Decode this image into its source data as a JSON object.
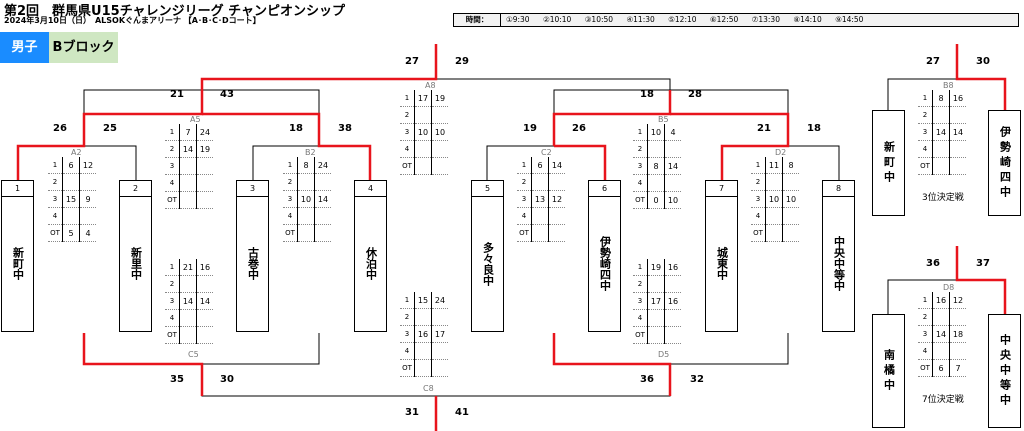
{
  "header": {
    "title": "第2回　群馬県U15チャレンジリーグ チャンピオンシップ",
    "subtitle": "2024年3月10日（日）　ALSOKぐんまアリーナ 【A･B･C･Dコート】"
  },
  "schedule": {
    "label": "時間：",
    "times": [
      "①9:30",
      "②10:10",
      "③10:50",
      "④11:30",
      "⑤12:10",
      "⑥12:50",
      "⑦13:30",
      "⑧14:10",
      "⑨14:50"
    ]
  },
  "tabs": {
    "gender": "男子",
    "block": "Bブロック"
  },
  "teams": [
    {
      "num": "1",
      "name": "新町中"
    },
    {
      "num": "2",
      "name": "新里中"
    },
    {
      "num": "3",
      "name": "古巻中"
    },
    {
      "num": "4",
      "name": "休泊中"
    },
    {
      "num": "5",
      "name": "多々良中"
    },
    {
      "num": "6",
      "name": "伊勢崎四中"
    },
    {
      "num": "7",
      "name": "城東中"
    },
    {
      "num": "8",
      "name": "中央中等中"
    }
  ],
  "side_teams": {
    "third_left": "新町中",
    "third_right": "伊勢崎四中",
    "seventh_left": "南橘中",
    "seventh_right": "中央中等中"
  },
  "captions": {
    "third": "3位決定戦",
    "seventh": "7位決定戦"
  },
  "period_labels": [
    "1",
    "2",
    "3",
    "4",
    "OT"
  ],
  "games": {
    "A5": {
      "label": "A5",
      "rows": [
        [
          "7",
          "24"
        ],
        [
          "14",
          "19"
        ],
        [
          "",
          ""
        ],
        [
          "",
          ""
        ],
        [
          "",
          ""
        ]
      ]
    },
    "B2": {
      "label": "B2",
      "rows": [
        [
          "8",
          "24"
        ],
        [
          "",
          ""
        ],
        [
          "10",
          "14"
        ],
        [
          "",
          ""
        ],
        [
          "",
          ""
        ]
      ]
    },
    "A8": {
      "label": "A8",
      "rows": [
        [
          "17",
          "19"
        ],
        [
          "",
          ""
        ],
        [
          "10",
          "10"
        ],
        [
          "",
          ""
        ],
        [
          "",
          ""
        ]
      ]
    },
    "B5": {
      "label": "B5",
      "rows": [
        [
          "10",
          "4"
        ],
        [
          "",
          ""
        ],
        [
          "8",
          "14"
        ],
        [
          "",
          ""
        ],
        [
          "0",
          "10"
        ]
      ]
    },
    "C2": {
      "label": "C2",
      "rows": [
        [
          "6",
          "14"
        ],
        [
          "",
          ""
        ],
        [
          "13",
          "12"
        ],
        [
          "",
          ""
        ],
        [
          "",
          ""
        ]
      ]
    },
    "D2": {
      "label": "D2",
      "rows": [
        [
          "11",
          "8"
        ],
        [
          "",
          ""
        ],
        [
          "10",
          "10"
        ],
        [
          "",
          ""
        ],
        [
          "",
          ""
        ]
      ]
    },
    "A2": {
      "label": "A2",
      "rows": [
        [
          "6",
          "12"
        ],
        [
          "",
          ""
        ],
        [
          "15",
          "9"
        ],
        [
          "",
          ""
        ],
        [
          "5",
          "4"
        ]
      ]
    },
    "C5": {
      "label": "C5",
      "rows": [
        [
          "21",
          "16"
        ],
        [
          "",
          ""
        ],
        [
          "14",
          "14"
        ],
        [
          "",
          ""
        ],
        [
          "",
          ""
        ]
      ]
    },
    "C8": {
      "label": "C8",
      "rows": [
        [
          "15",
          "24"
        ],
        [
          "",
          ""
        ],
        [
          "16",
          "17"
        ],
        [
          "",
          ""
        ],
        [
          "",
          ""
        ]
      ]
    },
    "D5": {
      "label": "D5",
      "rows": [
        [
          "19",
          "16"
        ],
        [
          "",
          ""
        ],
        [
          "17",
          "16"
        ],
        [
          "",
          ""
        ],
        [
          "",
          ""
        ]
      ]
    },
    "B8": {
      "label": "B8",
      "rows": [
        [
          "8",
          "16"
        ],
        [
          "",
          ""
        ],
        [
          "14",
          "14"
        ],
        [
          "",
          ""
        ],
        [
          "",
          ""
        ]
      ]
    },
    "D8": {
      "label": "D8",
      "rows": [
        [
          "16",
          "12"
        ],
        [
          "",
          ""
        ],
        [
          "14",
          "18"
        ],
        [
          "",
          ""
        ],
        [
          "6",
          "7"
        ]
      ]
    }
  },
  "scores": {
    "final_top_left": "27",
    "final_top_right": "29",
    "semi1_left": "21",
    "semi1_right": "43",
    "semi2_left": "18",
    "semi2_right": "28",
    "q1_left": "26",
    "q1_right": "25",
    "q2_left": "18",
    "q2_right": "38",
    "q3_left": "19",
    "q3_right": "26",
    "q4_left": "21",
    "q4_right": "18",
    "third_left": "27",
    "third_right": "30",
    "seventh_left": "36",
    "seventh_right": "37",
    "c5_left": "35",
    "c5_right": "30",
    "c8_left": "31",
    "c8_right": "41",
    "d5_left": "36",
    "d5_right": "32"
  },
  "colors": {
    "win": "#e8141c",
    "line": "#000000",
    "tab_blue": "#1a8cff",
    "tab_green": "#cfe7c2"
  }
}
